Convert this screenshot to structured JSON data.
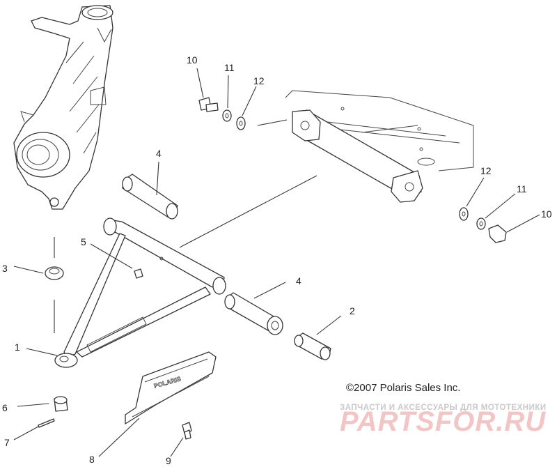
{
  "callouts": [
    {
      "id": "c1",
      "number": "1"
    },
    {
      "id": "c2",
      "number": "2"
    },
    {
      "id": "c3",
      "number": "3"
    },
    {
      "id": "c4a",
      "number": "4"
    },
    {
      "id": "c4b",
      "number": "4"
    },
    {
      "id": "c5",
      "number": "5"
    },
    {
      "id": "c6",
      "number": "6"
    },
    {
      "id": "c7",
      "number": "7"
    },
    {
      "id": "c8",
      "number": "8"
    },
    {
      "id": "c9",
      "number": "9"
    },
    {
      "id": "c10a",
      "number": "10"
    },
    {
      "id": "c10b",
      "number": "10"
    },
    {
      "id": "c11a",
      "number": "11"
    },
    {
      "id": "c11b",
      "number": "11"
    },
    {
      "id": "c12a",
      "number": "12"
    },
    {
      "id": "c12b",
      "number": "12"
    }
  ],
  "copyright": "©2007 Polaris Sales Inc.",
  "watermark": {
    "tagline": "ЗАПЧАСТИ И АКСЕССУАРЫ ДЛЯ МОТОТЕХНИКИ",
    "logo": "PARTSFOR.RU"
  },
  "skid_plate_text": "POLARIS"
}
